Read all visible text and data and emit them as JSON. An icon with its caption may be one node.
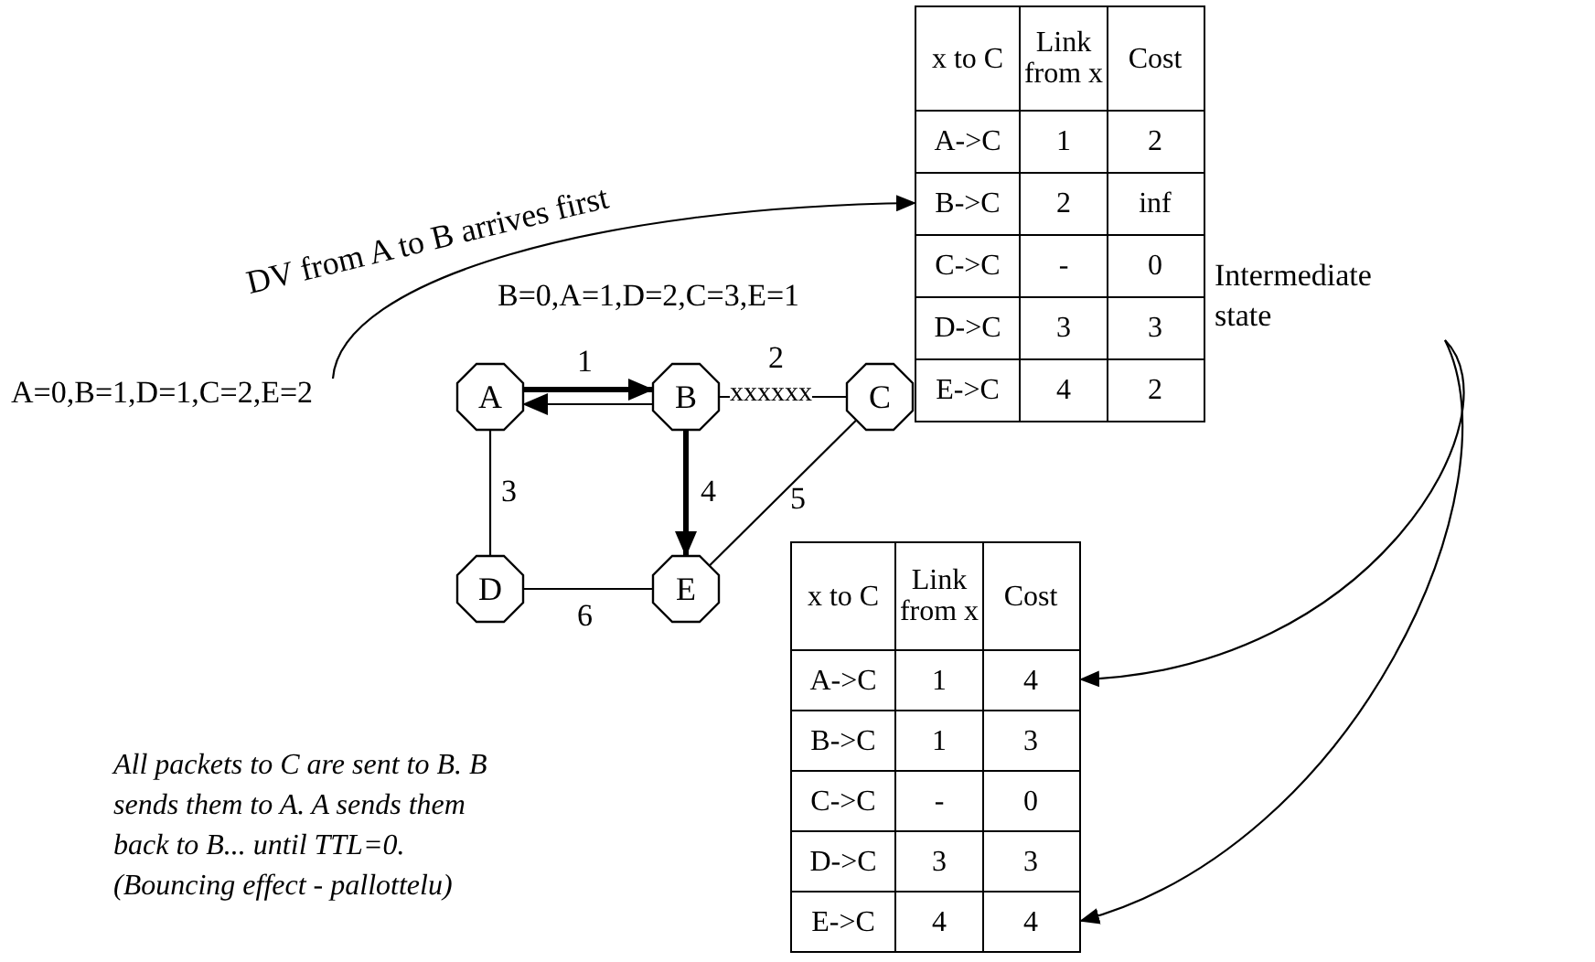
{
  "diagram": {
    "nodes": [
      {
        "text": [
          "A"
        ]
      },
      {
        "text": [
          "B"
        ]
      },
      {
        "text": [
          "C"
        ]
      },
      {
        "text": [
          "D"
        ]
      },
      {
        "text": [
          "E"
        ]
      },
      {
        "text": [
          "A=0,B=1,D=1,C=2,E=2"
        ]
      },
      {
        "text": [],
        "shape": "table"
      },
      {
        "text": [
          "x to C",
          "Link from x",
          "Cost"
        ],
        "in": 6
      },
      {
        "text": [
          "A->C",
          "1",
          "2"
        ],
        "in": 6
      },
      {
        "text": [
          "B->C",
          "2",
          "inf"
        ],
        "in": 6
      },
      {
        "text": [
          "C->C",
          "-",
          "0"
        ],
        "in": 6
      },
      {
        "text": [
          "D->C",
          "3",
          "3"
        ],
        "in": 6
      },
      {
        "text": [
          "E->C",
          "4",
          "2"
        ],
        "in": 6
      },
      {
        "text": [
          "Intermediate state"
        ]
      },
      {
        "text": [],
        "shape": "table"
      },
      {
        "text": [
          "x to C",
          "Link from x",
          "Cost"
        ],
        "in": 14
      },
      {
        "text": [
          "A->C",
          "1",
          "4"
        ],
        "in": 14
      },
      {
        "text": [
          "B->C",
          "1",
          "3"
        ],
        "in": 14
      },
      {
        "text": [
          "C->C",
          "-",
          "0"
        ],
        "in": 14
      },
      {
        "text": [
          "D->C",
          "3",
          "3"
        ],
        "in": 14
      },
      {
        "text": [
          "E->C",
          "4",
          "4"
        ],
        "in": 14
      }
    ],
    "edges": [
      {
        "from": 0,
        "to": 1,
        "arrow": "to",
        "label": "1",
        "style": "thick"
      },
      {
        "from": 1,
        "to": 0,
        "arrow": "to"
      },
      {
        "from": 1,
        "to": 2,
        "arrow": "none",
        "label": "2"
      },
      {
        "from": 1,
        "to": 4,
        "arrow": "to",
        "label": "4",
        "style": "thick"
      },
      {
        "from": 0,
        "to": 3,
        "arrow": "none",
        "label": "3"
      },
      {
        "from": 3,
        "to": 4,
        "arrow": "none",
        "label": "6"
      },
      {
        "from": 2,
        "to": 4,
        "arrow": "none",
        "label": "5"
      },
      {
        "from": 5,
        "to": 9,
        "arrow": "to",
        "label": "DV from A to B arrives first"
      },
      {
        "from": 13,
        "to": 16,
        "arrow": "to"
      },
      {
        "from": 13,
        "to": 20,
        "arrow": "to"
      }
    ],
    "labels": [
      "B=0,A=1,D=2,C=3,E=1",
      "xxxxxx",
      "All packets to C are sent to B. B sends them to A. A sends them back to B... until TTL=0. (Bouncing effect - pallottelu)"
    ]
  }
}
